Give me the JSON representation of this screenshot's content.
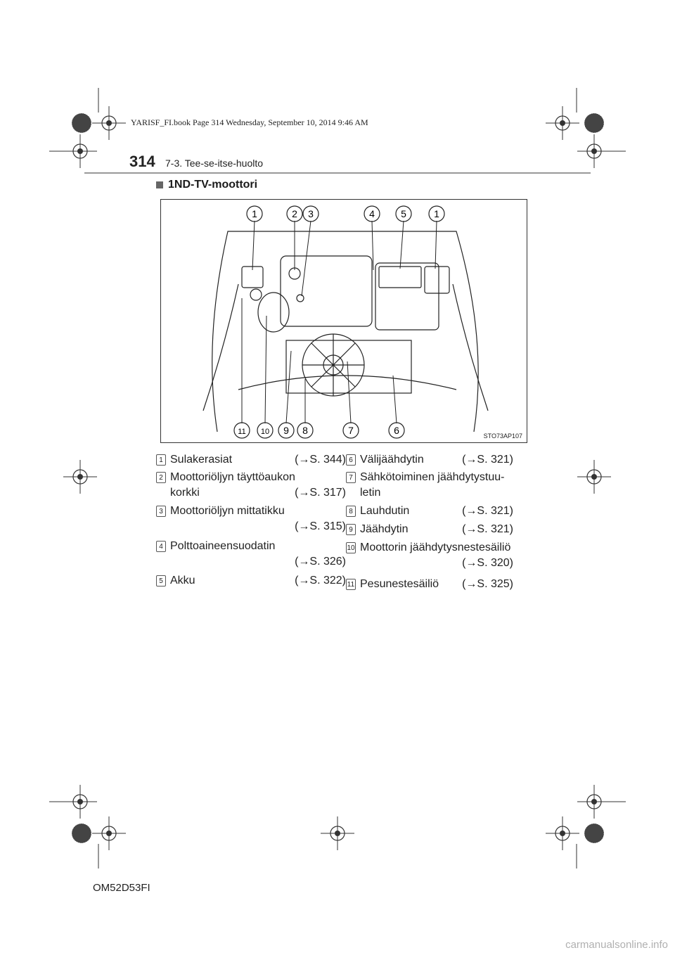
{
  "header": {
    "book_info": "YARISF_FI.book  Page 314  Wednesday, September 10, 2014  9:46 AM",
    "page_number": "314",
    "section": "7-3. Tee-se-itse-huolto"
  },
  "subheading": "1ND-TV-moottori",
  "figure": {
    "code": "STO73AP107",
    "callouts_top": [
      "1",
      "2",
      "3",
      "4",
      "5",
      "1"
    ],
    "callouts_bottom": [
      "11",
      "10",
      "9",
      "8",
      "7",
      "6"
    ]
  },
  "legend_left": [
    {
      "num": "1",
      "lines": [
        "Sulakerasiat"
      ],
      "ref": "(→S. 344)"
    },
    {
      "num": "2",
      "lines": [
        "Moottoriöljyn täyttöaukon",
        "korkki"
      ],
      "ref": "(→S. 317)"
    },
    {
      "num": "3",
      "lines": [
        "Moottoriöljyn mittatikku"
      ],
      "ref": "(→S. 315)"
    },
    {
      "num": "4",
      "lines": [
        "Polttoaineensuodatin"
      ],
      "ref": "(→S. 326)"
    },
    {
      "num": "5",
      "lines": [
        "Akku"
      ],
      "ref": "(→S. 322)"
    }
  ],
  "legend_right": [
    {
      "num": "6",
      "lines": [
        "Välijäähdytin"
      ],
      "ref": "(→S. 321)"
    },
    {
      "num": "7",
      "lines": [
        "Sähkötoiminen jäähdytystuu-",
        "letin"
      ],
      "ref": ""
    },
    {
      "num": "8",
      "lines": [
        "Lauhdutin"
      ],
      "ref": "(→S. 321)"
    },
    {
      "num": "9",
      "lines": [
        "Jäähdytin"
      ],
      "ref": "(→S. 321)"
    },
    {
      "num": "10",
      "lines": [
        "Moottorin jäähdytysnestesäiliö"
      ],
      "ref": "(→S. 320)"
    },
    {
      "num": "11",
      "lines": [
        "Pesunestesäiliö"
      ],
      "ref": "(→S. 325)"
    }
  ],
  "footer": {
    "code": "OM52D53FI",
    "watermark": "carmanualsonline.info"
  }
}
